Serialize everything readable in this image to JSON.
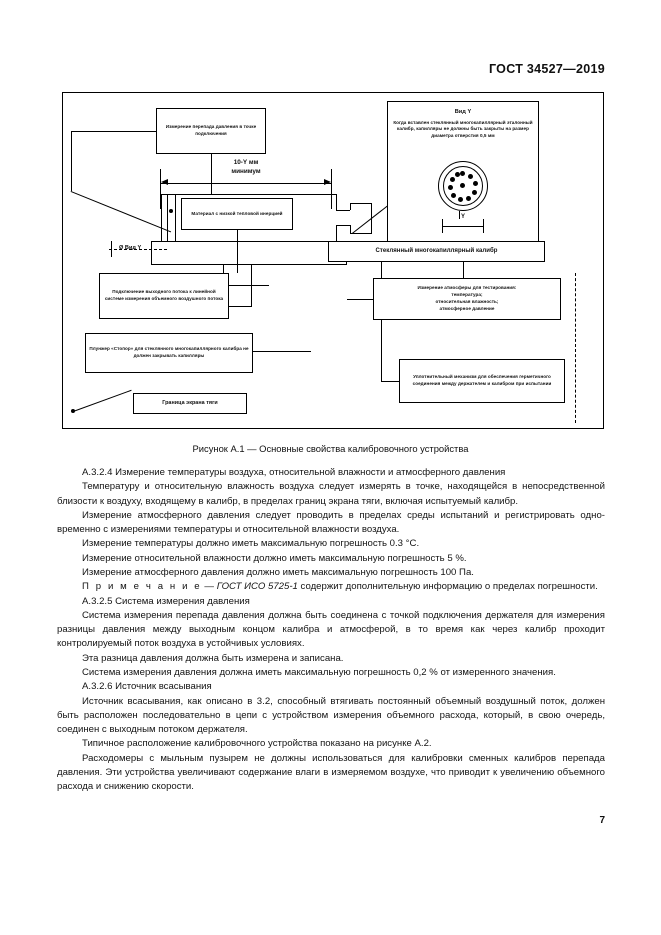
{
  "header": {
    "standard": "ГОСТ 34527—2019"
  },
  "figure": {
    "boxes": {
      "differential_pressure": "Измерение перепада давления в точке подключения",
      "view_y_note": "Вид Y\nКогда вставлен стеклянный многокапиллярный эталонный калибр, капилляры не должны быть закрыты на размер диаметра отверстия 0,5 мм",
      "view_y_title": "Вид Y",
      "view_y_body": "Когда вставлен стеклянный многокапиллярный эталонный калибр, капилляры не должны быть закрыты на размер диаметра отверстия 0,5 мм",
      "low_thermal_material": "Материал с низкой тепловой инерцией",
      "glass_gauge": "Стеклянный многокапиллярный калибр",
      "outlet_connection": "Подключение выходного потока к линейной системе измерения объемного воздушного потока",
      "atmosphere_measurement": "Измерение атмосферы для тестирования:\nтемпература;\nотносительная влажность;\nатмосферное давление",
      "atmosphere_title": "Измерение атмосферы для тестирования:",
      "atmosphere_l1": "температура;",
      "atmosphere_l2": "относительная влажность;",
      "atmosphere_l3": "атмосферное давление",
      "plunger_stop": "Плунжер «Стопор» для стеклянного многокапиллярного калибра не должен закрывать капилляры",
      "sealing_mechanism": "Уплотнительный механизм для обеспечения герметичного соединения между держателем и калибром при испытании",
      "screen_border": "Граница экрана тяги"
    },
    "dimensions": {
      "length_value": "10-Y мм",
      "length_note": "минимум",
      "diameter_label": "Ø Вид Y",
      "circle_dim": "Y"
    },
    "caption": "Рисунок А.1 — Основные свойства калибровочного устройства"
  },
  "body": {
    "h_3_2_4": "A.3.2.4 Измерение температуры воздуха, относительной влажности и атмосферного давления",
    "p1": "Температуру и относительную влажность воздуха следует измерять в точке, находящейся в непосредствен­ной близости к воздуху, входящему в калибр, в пределах границ экрана тяги, включая испытуемый калибр.",
    "p2": "Измерение атмосферного давления следует проводить в пределах среды испытаний и регистрировать одно­временно с измерениями температуры и относительной влажности воздуха.",
    "p3": "Измерение температуры должно иметь максимальную погрешность 0.3 °C.",
    "p4": "Измерение относительной влажности должно иметь максимальную погрешность 5 %.",
    "p5": "Измерение атмосферного давления должно иметь максимальную погрешность 100 Па.",
    "note_label": "П р и м е ч а н и е",
    "note_dash": " — ",
    "note_italic": "ГОСТ ИСО 5725-1",
    "note_rest": " содержит дополнительную информацию о пределах погрешности.",
    "h_3_2_5": "A.3.2.5 Система измерения давления",
    "p6": "Система измерения перепада давления должна быть соединена с точкой подключения держателя для из­мерения разницы давления между выходным концом калибра и атмосферой, в то время как через калибр проходит контролируемый поток воздуха в устойчивых условиях.",
    "p7": "Эта разница давления должна быть измерена и записана.",
    "p8": "Система измерения давления должна иметь максимальную погрешность 0,2 % от измеренного значения.",
    "h_3_2_6": "A.3.2.6 Источник всасывания",
    "p9": "Источник всасывания, как описано в 3.2, способный втягивать постоянный объемный воздушный поток, дол­жен быть расположен последовательно в цепи с устройством измерения объемного расхода, который, в свою очередь, соединен с выходным потоком держателя.",
    "p10": "Типичное расположение калибровочного устройства показано на рисунке А.2.",
    "p11": "Расходомеры с мыльным пузырем не должны использоваться для калибровки сменных калибров перепада давления. Эти устройства увеличивают содержание влаги в измеряемом воздухе, что приводит к увеличению объ­емного расхода и снижению скорости."
  },
  "footer": {
    "page_number": "7"
  }
}
